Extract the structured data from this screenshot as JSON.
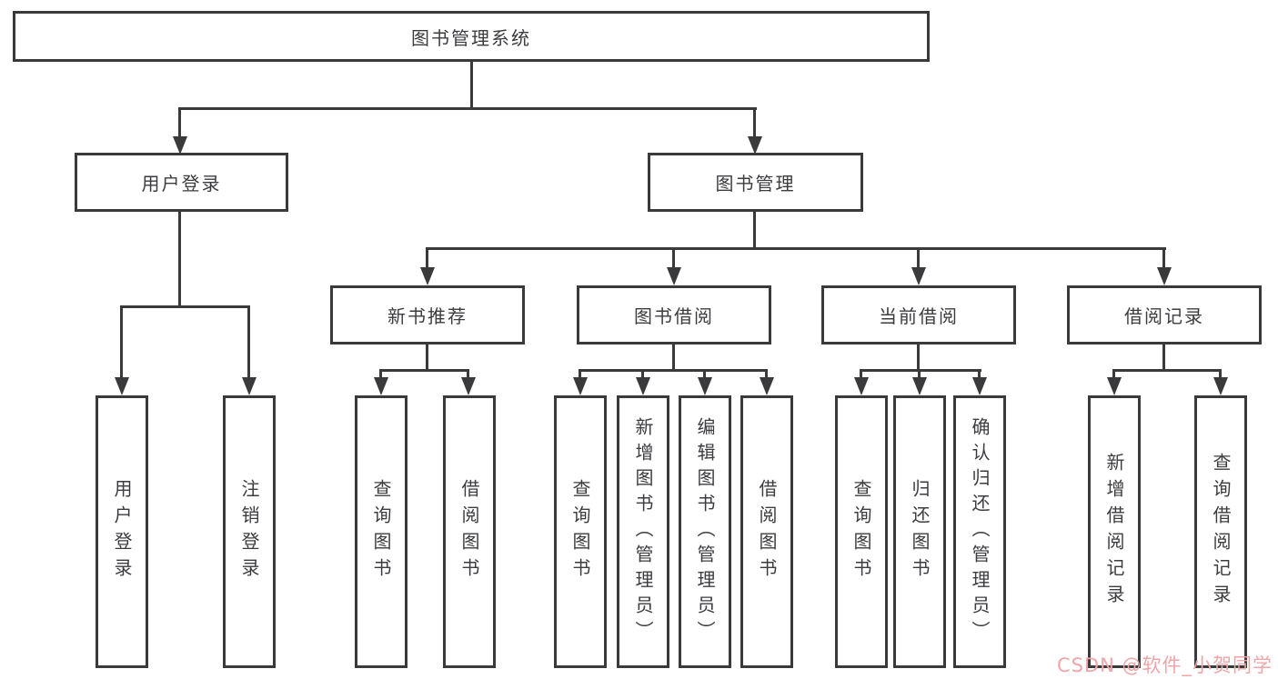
{
  "diagram": {
    "title": "图书管理系统",
    "level2": {
      "user_login": "用户登录",
      "book_management": "图书管理"
    },
    "level3": {
      "new_books": "新书推荐",
      "book_borrow": "图书借阅",
      "current_borrow": "当前借阅",
      "borrow_records": "借阅记录"
    },
    "level4": {
      "user_login_children": [
        "用户登录",
        "注销登录"
      ],
      "new_books_children": [
        "查询图书",
        "借阅图书"
      ],
      "book_borrow_children": [
        "查询图书",
        "新增图书（管理员）",
        "编辑图书（管理员）",
        "借阅图书"
      ],
      "current_borrow_children": [
        "查询图书",
        "归还图书",
        "确认归还（管理员）"
      ],
      "borrow_records_children": [
        "新增借阅记录",
        "查询借阅记录"
      ]
    }
  },
  "watermark": {
    "text": "CSDN @软件_小贺同学"
  },
  "colors": {
    "line": "#3a3a3c",
    "text": "#3c3c40",
    "watermark": "#f0a6a8",
    "background": "#ffffff"
  }
}
